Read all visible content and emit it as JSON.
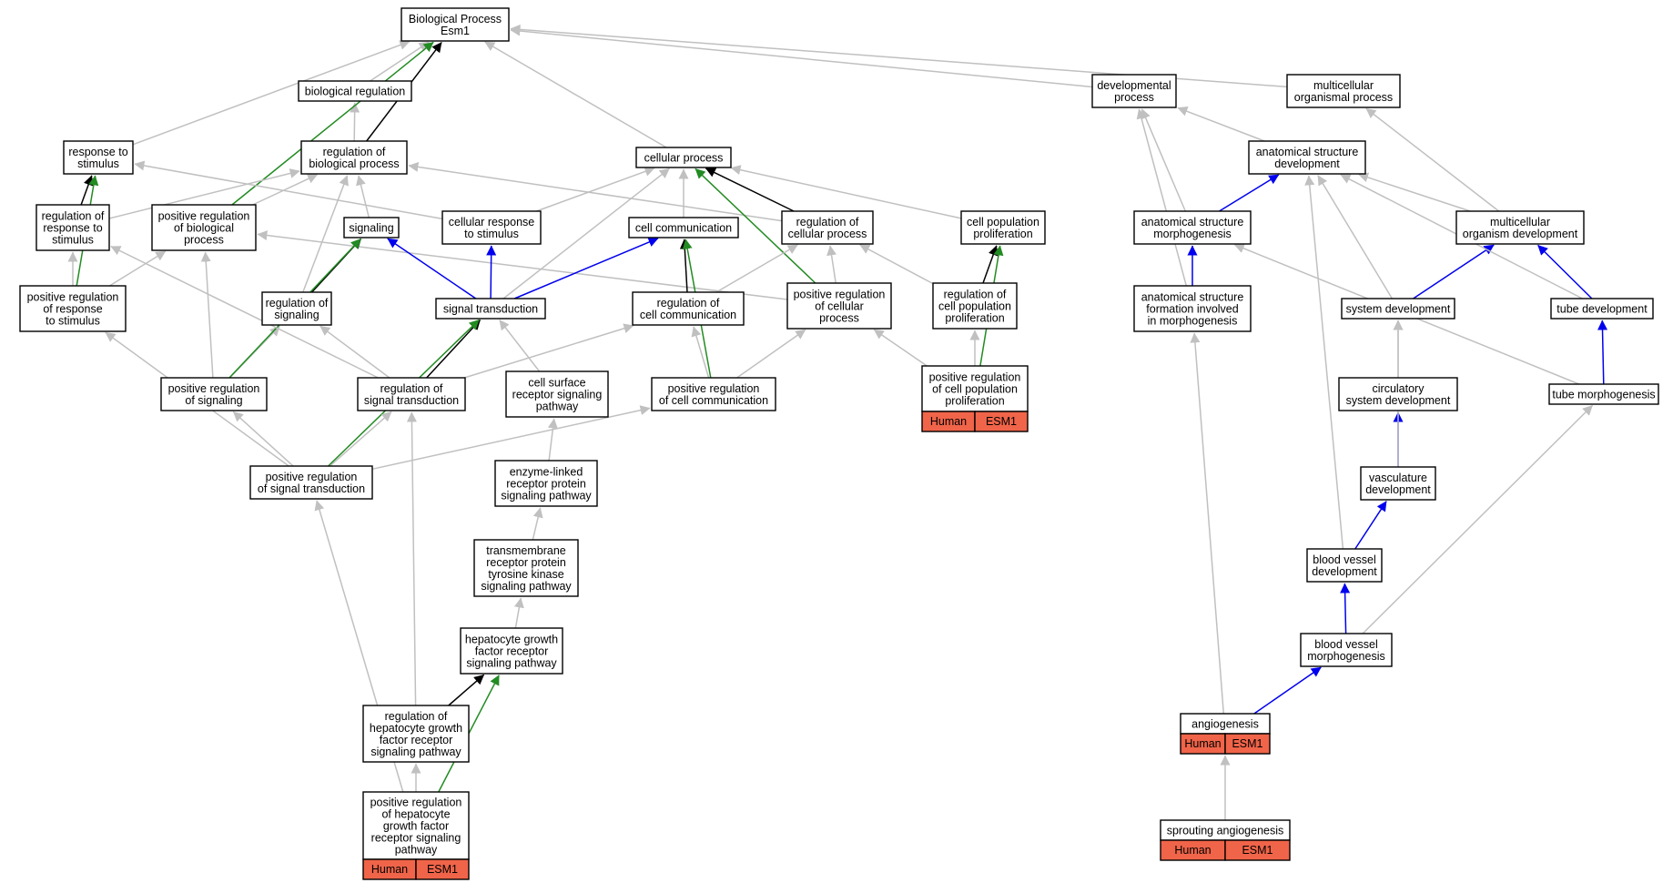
{
  "colors": {
    "is_a": "#c0c0c0",
    "regulates": "#000000",
    "part_of": "#0000ee",
    "positively_regulates": "#228b22",
    "badge": "#f06449"
  },
  "nodes": {
    "bp": [
      "Biological Process",
      "Esm1"
    ],
    "breg": [
      "biological regulation"
    ],
    "dev": [
      "developmental",
      "process"
    ],
    "multi": [
      "multicellular",
      "organismal process"
    ],
    "resp": [
      "response to",
      "stimulus"
    ],
    "regbio": [
      "regulation of",
      "biological process"
    ],
    "cellp": [
      "cellular process"
    ],
    "asdev": [
      "anatomical structure",
      "development"
    ],
    "regresp": [
      "regulation of",
      "response to",
      "stimulus"
    ],
    "posregbio": [
      "positive regulation",
      "of biological",
      "process"
    ],
    "signaling": [
      "signaling"
    ],
    "cellresp": [
      "cellular response",
      "to stimulus"
    ],
    "cellcomm": [
      "cell communication"
    ],
    "regcellp": [
      "regulation of",
      "cellular process"
    ],
    "cellprol": [
      "cell population",
      "proliferation"
    ],
    "asmorph": [
      "anatomical structure",
      "morphogenesis"
    ],
    "multidev": [
      "multicellular",
      "organism development"
    ],
    "posregresp": [
      "positive regulation",
      "of response",
      "to stimulus"
    ],
    "regsig": [
      "regulation of",
      "signaling"
    ],
    "sigtrans": [
      "signal transduction"
    ],
    "regcellcomm": [
      "regulation of",
      "cell communication"
    ],
    "posregcellp": [
      "positive regulation",
      "of cellular",
      "process"
    ],
    "regcellprol": [
      "regulation of",
      "cell population",
      "proliferation"
    ],
    "asform": [
      "anatomical structure",
      "formation involved",
      "in morphogenesis"
    ],
    "sysdev": [
      "system development"
    ],
    "tubedev": [
      "tube development"
    ],
    "posregsig": [
      "positive regulation",
      "of signaling"
    ],
    "regsigtrans": [
      "regulation of",
      "signal transduction"
    ],
    "csrsp": [
      "cell surface",
      "receptor signaling",
      "pathway"
    ],
    "posregcellcomm": [
      "positive regulation",
      "of cell communication"
    ],
    "posregcellprol": [
      "positive regulation",
      "of cell population",
      "proliferation"
    ],
    "circ": [
      "circulatory",
      "system development"
    ],
    "tubemorph": [
      "tube morphogenesis"
    ],
    "posregsigtrans": [
      "positive regulation",
      "of signal transduction"
    ],
    "enzyme": [
      "enzyme-linked",
      "receptor protein",
      "signaling pathway"
    ],
    "vasc": [
      "vasculature",
      "development"
    ],
    "trans": [
      "transmembrane",
      "receptor protein",
      "tyrosine kinase",
      "signaling pathway"
    ],
    "bvdev": [
      "blood vessel",
      "development"
    ],
    "hgf": [
      "hepatocyte growth",
      "factor receptor",
      "signaling pathway"
    ],
    "bvmorph": [
      "blood vessel",
      "morphogenesis"
    ],
    "reghgf": [
      "regulation of",
      "hepatocyte growth",
      "factor receptor",
      "signaling pathway"
    ],
    "angio": [
      "angiogenesis"
    ],
    "posreghgf": [
      "positive regulation",
      "of hepatocyte",
      "growth factor",
      "receptor signaling",
      "pathway"
    ],
    "sprout": [
      "sprouting angiogenesis"
    ]
  },
  "badges": {
    "posregcellprol": [
      "Human",
      "ESM1"
    ],
    "angio": [
      "Human",
      "ESM1"
    ],
    "sprout": [
      "Human",
      "ESM1"
    ],
    "posreghgf": [
      "Human",
      "ESM1"
    ]
  },
  "edges": [
    [
      "breg",
      "bp",
      "is_a"
    ],
    [
      "dev",
      "bp",
      "is_a"
    ],
    [
      "multi",
      "bp",
      "is_a"
    ],
    [
      "resp",
      "bp",
      "is_a"
    ],
    [
      "cellp",
      "bp",
      "is_a"
    ],
    [
      "regbio",
      "breg",
      "is_a"
    ],
    [
      "regbio",
      "bp",
      "regulates"
    ],
    [
      "posregbio",
      "bp",
      "positively_regulates"
    ],
    [
      "posregbio",
      "regbio",
      "is_a"
    ],
    [
      "asdev",
      "dev",
      "is_a"
    ],
    [
      "asmorph",
      "dev",
      "is_a"
    ],
    [
      "asform",
      "dev",
      "is_a"
    ],
    [
      "multidev",
      "asdev",
      "is_a"
    ],
    [
      "multidev",
      "multi",
      "is_a"
    ],
    [
      "asmorph",
      "asdev",
      "part_of"
    ],
    [
      "asform",
      "asmorph",
      "part_of"
    ],
    [
      "sysdev",
      "asdev",
      "is_a"
    ],
    [
      "sysdev",
      "multidev",
      "part_of"
    ],
    [
      "tubedev",
      "multidev",
      "part_of"
    ],
    [
      "tubedev",
      "asdev",
      "is_a"
    ],
    [
      "tubemorph",
      "tubedev",
      "part_of"
    ],
    [
      "tubemorph",
      "asmorph",
      "is_a"
    ],
    [
      "circ",
      "sysdev",
      "is_a"
    ],
    [
      "vasc",
      "circ",
      "part_of"
    ],
    [
      "vasc",
      "sysdev",
      "is_a"
    ],
    [
      "bvdev",
      "vasc",
      "part_of"
    ],
    [
      "bvdev",
      "asdev",
      "is_a"
    ],
    [
      "bvmorph",
      "bvdev",
      "part_of"
    ],
    [
      "bvmorph",
      "tubemorph",
      "is_a"
    ],
    [
      "angio",
      "bvmorph",
      "part_of"
    ],
    [
      "angio",
      "asform",
      "is_a"
    ],
    [
      "sprout",
      "angio",
      "is_a"
    ],
    [
      "regresp",
      "resp",
      "regulates"
    ],
    [
      "regresp",
      "regbio",
      "is_a"
    ],
    [
      "posregresp",
      "regresp",
      "is_a"
    ],
    [
      "posregresp",
      "resp",
      "positively_regulates"
    ],
    [
      "posregresp",
      "posregbio",
      "is_a"
    ],
    [
      "signaling",
      "regbio",
      "is_a"
    ],
    [
      "cellresp",
      "resp",
      "is_a"
    ],
    [
      "cellresp",
      "cellp",
      "is_a"
    ],
    [
      "cellcomm",
      "cellp",
      "is_a"
    ],
    [
      "regcellp",
      "cellp",
      "regulates"
    ],
    [
      "regcellp",
      "regbio",
      "is_a"
    ],
    [
      "posregcellp",
      "cellp",
      "positively_regulates"
    ],
    [
      "posregcellp",
      "regcellp",
      "is_a"
    ],
    [
      "posregcellp",
      "posregbio",
      "is_a"
    ],
    [
      "cellprol",
      "cellp",
      "is_a"
    ],
    [
      "regcellprol",
      "cellprol",
      "regulates"
    ],
    [
      "regcellprol",
      "regcellp",
      "is_a"
    ],
    [
      "posregcellprol",
      "regcellprol",
      "is_a"
    ],
    [
      "posregcellprol",
      "cellprol",
      "positively_regulates"
    ],
    [
      "posregcellprol",
      "posregcellp",
      "is_a"
    ],
    [
      "regsig",
      "signaling",
      "regulates"
    ],
    [
      "regsig",
      "regbio",
      "is_a"
    ],
    [
      "posregsig",
      "regsig",
      "is_a"
    ],
    [
      "posregsig",
      "signaling",
      "positively_regulates"
    ],
    [
      "posregsig",
      "posregbio",
      "is_a"
    ],
    [
      "sigtrans",
      "signaling",
      "part_of"
    ],
    [
      "sigtrans",
      "cellresp",
      "part_of"
    ],
    [
      "sigtrans",
      "cellcomm",
      "part_of"
    ],
    [
      "sigtrans",
      "cellp",
      "is_a"
    ],
    [
      "regcellcomm",
      "cellcomm",
      "regulates"
    ],
    [
      "regcellcomm",
      "regcellp",
      "is_a"
    ],
    [
      "posregcellcomm",
      "regcellcomm",
      "is_a"
    ],
    [
      "posregcellcomm",
      "cellcomm",
      "positively_regulates"
    ],
    [
      "posregcellcomm",
      "posregcellp",
      "is_a"
    ],
    [
      "regsigtrans",
      "sigtrans",
      "regulates"
    ],
    [
      "regsigtrans",
      "regsig",
      "is_a"
    ],
    [
      "regsigtrans",
      "regresp",
      "is_a"
    ],
    [
      "regsigtrans",
      "regcellcomm",
      "is_a"
    ],
    [
      "posregsigtrans",
      "sigtrans",
      "positively_regulates"
    ],
    [
      "posregsigtrans",
      "regsigtrans",
      "is_a"
    ],
    [
      "posregsigtrans",
      "posregsig",
      "is_a"
    ],
    [
      "posregsigtrans",
      "posregresp",
      "is_a"
    ],
    [
      "posregsigtrans",
      "posregcellcomm",
      "is_a"
    ],
    [
      "csrsp",
      "sigtrans",
      "is_a"
    ],
    [
      "enzyme",
      "csrsp",
      "is_a"
    ],
    [
      "trans",
      "enzyme",
      "is_a"
    ],
    [
      "hgf",
      "trans",
      "is_a"
    ],
    [
      "reghgf",
      "hgf",
      "regulates"
    ],
    [
      "reghgf",
      "regsigtrans",
      "is_a"
    ],
    [
      "posreghgf",
      "reghgf",
      "is_a"
    ],
    [
      "posreghgf",
      "hgf",
      "positively_regulates"
    ],
    [
      "posreghgf",
      "posregsigtrans",
      "is_a"
    ]
  ]
}
